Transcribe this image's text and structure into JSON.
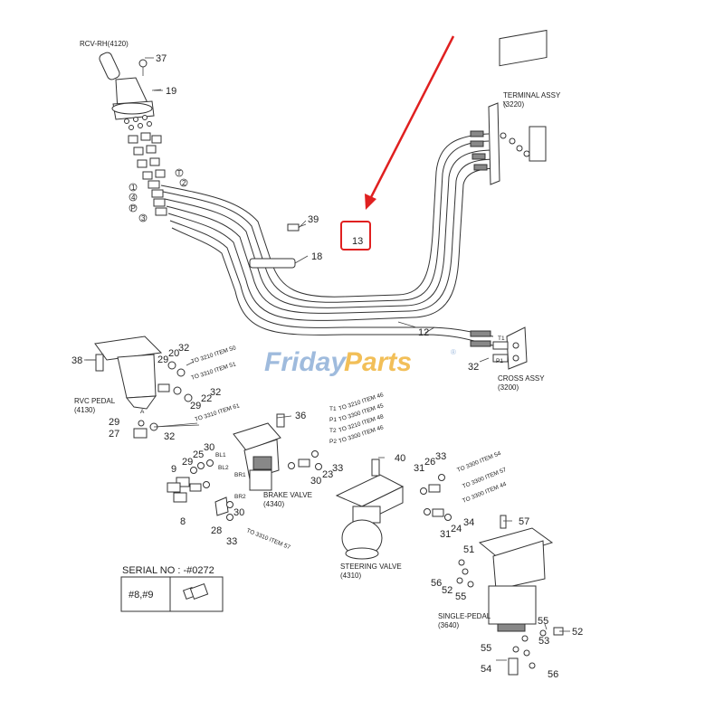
{
  "labels": {
    "rcv_rh": "RCV-RH(4120)",
    "terminal_assy": "TERMINAL ASSY",
    "terminal_code": "(3220)",
    "cross_assy": "CROSS ASSY",
    "cross_code": "(3200)",
    "rvc_pedal": "RVC PEDAL",
    "rvc_code": "(4130)",
    "brake_valve": "BRAKE VALVE",
    "brake_code": "(4340)",
    "steering_valve": "STEERING VALVE",
    "steering_code": "(4310)",
    "single_pedal": "SINGLE-PEDAL",
    "single_code": "(3640)",
    "serial_no": "SERIAL NO : -#0272",
    "serial_cell": "#8,#9"
  },
  "port_labels": {
    "t": "T",
    "one": "1",
    "four": "4",
    "p": "P",
    "two": "2",
    "three": "3",
    "t1": "T1",
    "p1": "P1",
    "bl1": "BL1",
    "bl2": "BL2",
    "br1": "BR1",
    "br2": "BR2",
    "a": "A"
  },
  "callouts": {
    "c37": "37",
    "c19": "19",
    "c39": "39",
    "c18": "18",
    "c13": "13",
    "c12": "12",
    "c32a": "32",
    "c38": "38",
    "c29a": "29",
    "c20": "20",
    "c32b": "32",
    "c22": "22",
    "c29b": "29",
    "c32c": "32",
    "c29c": "29",
    "c27": "27",
    "c32d": "32",
    "c36": "36",
    "c29d": "29",
    "c25": "25",
    "c30a": "30",
    "c9": "9",
    "c8": "8",
    "c28": "28",
    "c30b": "30",
    "c33a": "33",
    "c30c": "30",
    "c23": "23",
    "c33b": "33",
    "c40": "40",
    "c31a": "31",
    "c26": "26",
    "c33c": "33",
    "c31b": "31",
    "c24": "24",
    "c34": "34",
    "c57": "57",
    "c51": "51",
    "c56a": "56",
    "c52a": "52",
    "c55a": "55",
    "c55b": "55",
    "c52b": "52",
    "c53": "53",
    "c55c": "55",
    "c54": "54",
    "c56b": "56"
  },
  "notes": {
    "rvc1": "TO 3210 ITEM 50",
    "rvc2": "TO 3310 ITEM 51",
    "rvc3": "TO 3310 ITEM 61",
    "t1": "TO 3210 ITEM 46",
    "p1": "TO 3300 ITEM 45",
    "t2": "TO 3210 ITEM 48",
    "p2": "TO 3300 ITEM 46",
    "st1": "TO 3300 ITEM 54",
    "st2": "TO 3300 ITEM 57",
    "st3": "TO 3300 ITEM 44",
    "br": "TO 3310 ITEM 57"
  },
  "port_codes": {
    "t1": "T1",
    "p1": "P1",
    "t2": "T2",
    "p2": "P2"
  },
  "watermark": {
    "part1": "Friday",
    "part2": "Parts",
    "mark": "®",
    "color_blue": "#8fb0d8",
    "color_orange": "#f0b43c"
  },
  "annotation": {
    "highlight_color": "#e02020",
    "arrow": "red-arrow-icon"
  }
}
